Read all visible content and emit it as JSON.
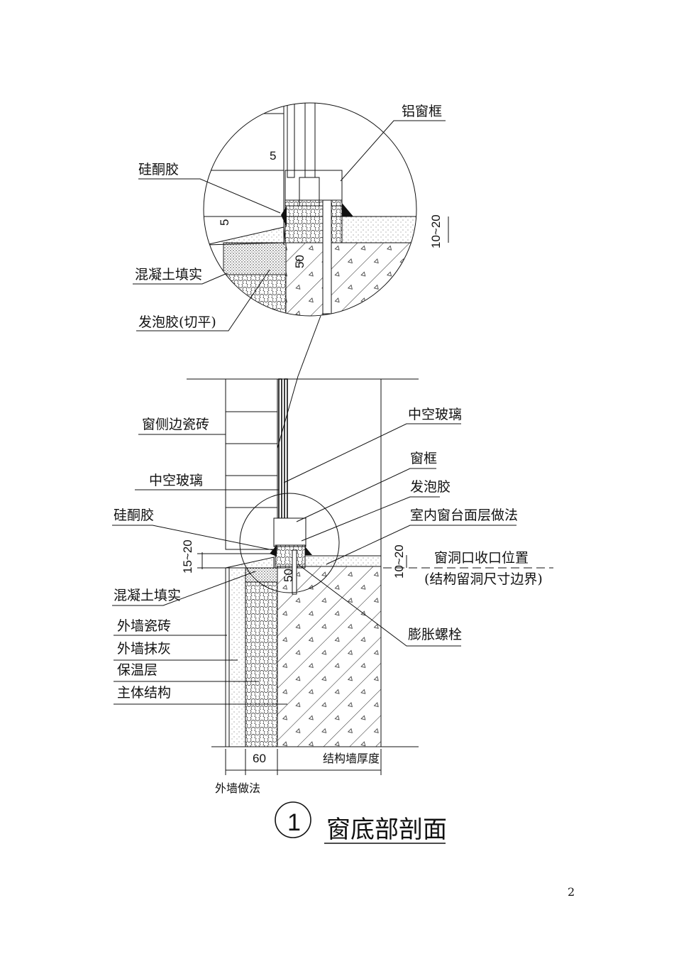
{
  "detail": {
    "aluminum_frame": "铝窗框",
    "silicone": "硅酮胶",
    "concrete_fill": "混凝土填实",
    "foam_cut": "发泡胶(切平)",
    "dim_5_top": "5",
    "dim_5_side": "5",
    "dim_10_20": "10~20",
    "dim_50": "50"
  },
  "section": {
    "side_tile": "窗侧边瓷砖",
    "hollow_glass_left": "中空玻璃",
    "silicone": "硅酮胶",
    "dim_15_20": "15~20",
    "concrete_fill": "混凝土填实",
    "ext_tile": "外墙瓷砖",
    "ext_plaster": "外墙抹灰",
    "insulation": "保温层",
    "main_structure": "主体结构",
    "hollow_glass_right": "中空玻璃",
    "window_frame": "窗框",
    "foam": "发泡胶",
    "sill_finish": "室内窗台面层做法",
    "dim_10_20": "10~20",
    "opening_position": "窗洞口收口位置",
    "opening_boundary": "(结构留洞尺寸边界)",
    "expansion_bolt": "膨胀螺栓",
    "dim_50": "50",
    "dim_60": "60",
    "wall_thickness": "结构墙厚度",
    "ext_wall_method": "外墙做法"
  },
  "title": {
    "number": "1",
    "text": "窗底部剖面"
  },
  "page_number": "2"
}
